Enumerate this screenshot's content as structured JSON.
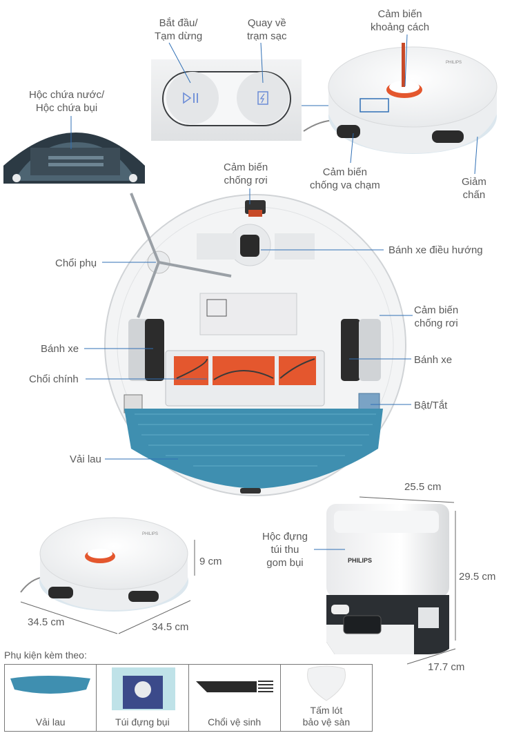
{
  "labels": {
    "start_pause": [
      "Bắt đầu/",
      "Tạm dừng"
    ],
    "return_dock": [
      "Quay về",
      "trạm sạc"
    ],
    "distance_sensor": [
      "Cảm biến",
      "khoảng cách"
    ],
    "water_dust_tank": [
      "Hộc chứa nước/",
      "Hộc chứa bụi"
    ],
    "cliff_sensor_top": [
      "Cảm biến",
      "chống rơi"
    ],
    "collision_sensor": [
      "Cảm biến",
      "chống va chạm"
    ],
    "shock_absorber": [
      "Giảm",
      "chấn"
    ],
    "side_brush": "Chổi phụ",
    "steering_wheel": "Bánh xe điều hướng",
    "cliff_sensor_side": [
      "Cảm biến",
      "chống rơi"
    ],
    "wheel_left": "Bánh xe",
    "wheel_right": "Bánh xe",
    "main_brush": "Chổi chính",
    "power_switch": "Bật/Tắt",
    "mop_cloth": "Vải lau",
    "dust_bag_holder": [
      "Hộc đựng",
      "túi thu",
      "gom bụi"
    ]
  },
  "dimensions": {
    "robot_height": "9 cm",
    "robot_width": "34.5 cm",
    "robot_depth": "34.5 cm",
    "dock_width": "25.5 cm",
    "dock_height": "29.5 cm",
    "dock_depth": "17.7 cm"
  },
  "brand": "PHILIPS",
  "accessories": {
    "title": "Phụ kiện kèm theo:",
    "items": [
      {
        "name": [
          "Vải lau"
        ],
        "icon": "mop-cloth"
      },
      {
        "name": [
          "Túi đựng bụi"
        ],
        "icon": "dust-bag"
      },
      {
        "name": [
          "Chổi vệ sinh"
        ],
        "icon": "cleaning-brush"
      },
      {
        "name": [
          "Tấm lót",
          "bảo vệ sàn"
        ],
        "icon": "floor-protector"
      }
    ]
  },
  "colors": {
    "accent_orange": "#e4572e",
    "mop_blue": "#3f8fb0",
    "line_blue": "#2f6fb5",
    "robot_white": "#f4f5f6",
    "dock_dark": "#2b2f33"
  }
}
